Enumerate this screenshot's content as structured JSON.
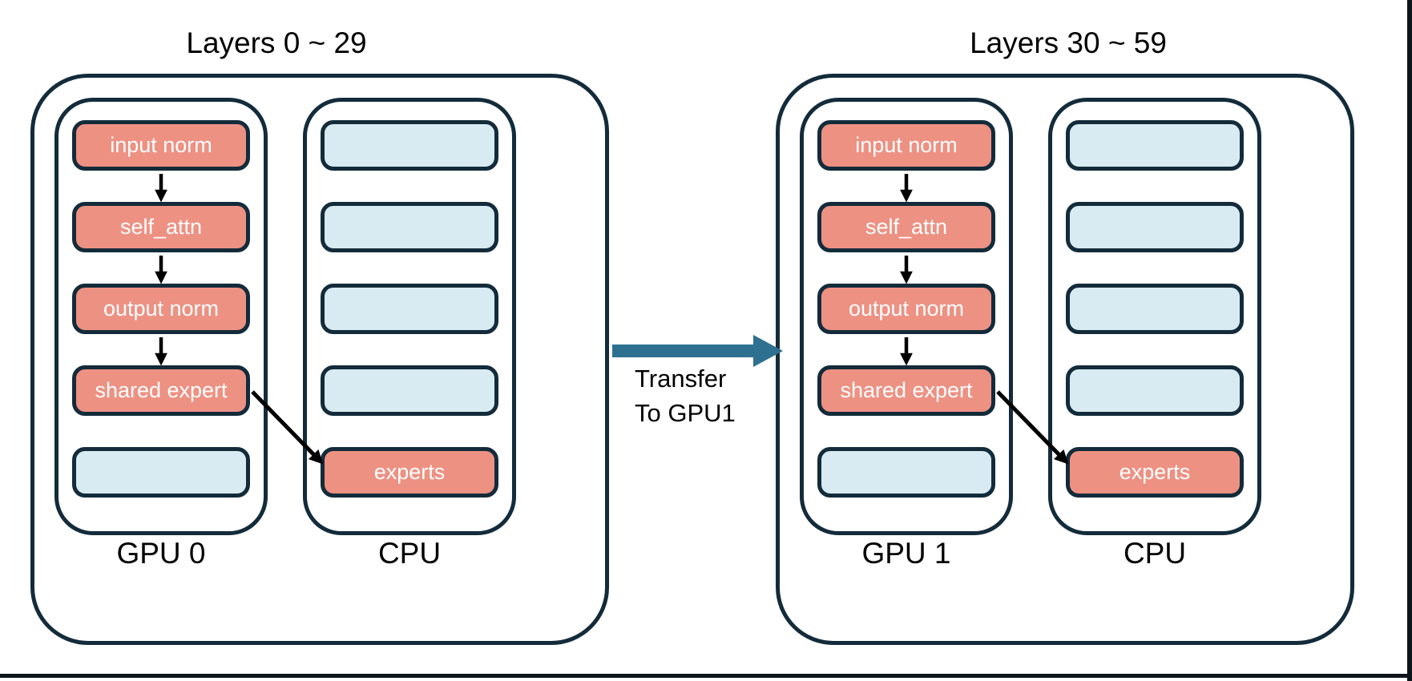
{
  "groups": [
    {
      "title": "Layers 0 ~ 29",
      "columns": [
        {
          "label": "GPU 0",
          "boxes": [
            {
              "text": "input norm",
              "kind": "active"
            },
            {
              "text": "self_attn",
              "kind": "active"
            },
            {
              "text": "output norm",
              "kind": "active"
            },
            {
              "text": "shared expert",
              "kind": "active"
            },
            {
              "text": "",
              "kind": "empty"
            }
          ]
        },
        {
          "label": "CPU",
          "boxes": [
            {
              "text": "",
              "kind": "empty"
            },
            {
              "text": "",
              "kind": "empty"
            },
            {
              "text": "",
              "kind": "empty"
            },
            {
              "text": "",
              "kind": "empty"
            },
            {
              "text": "experts",
              "kind": "active"
            }
          ]
        }
      ]
    },
    {
      "title": "Layers 30 ~ 59",
      "columns": [
        {
          "label": "GPU 1",
          "boxes": [
            {
              "text": "input norm",
              "kind": "active"
            },
            {
              "text": "self_attn",
              "kind": "active"
            },
            {
              "text": "output norm",
              "kind": "active"
            },
            {
              "text": "shared expert",
              "kind": "active"
            },
            {
              "text": "",
              "kind": "empty"
            }
          ]
        },
        {
          "label": "CPU",
          "boxes": [
            {
              "text": "",
              "kind": "empty"
            },
            {
              "text": "",
              "kind": "empty"
            },
            {
              "text": "",
              "kind": "empty"
            },
            {
              "text": "",
              "kind": "empty"
            },
            {
              "text": "experts",
              "kind": "active"
            }
          ]
        }
      ]
    }
  ],
  "transfer": {
    "line1": "Transfer",
    "line2": "To GPU1"
  },
  "colors": {
    "outline": "#132B3A",
    "active_fill": "#ED9183",
    "empty_fill": "#D8EBF2",
    "transfer_arrow": "#2D708F",
    "flow_arrow": "#000000",
    "box_text": "#FFFFFF",
    "label_text": "#000000",
    "frame_edge": "#0D141A"
  }
}
